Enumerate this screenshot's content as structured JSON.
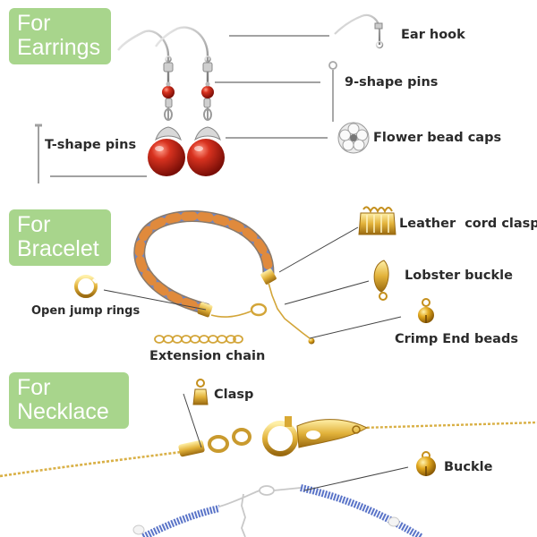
{
  "sections": {
    "earrings": {
      "title_line1": "For",
      "title_line2": "Earrings",
      "labels": {
        "ear_hook": "Ear hook",
        "nine_shape_pins": "9-shape pins",
        "flower_bead_caps": "Flower bead caps",
        "t_shape_pins": "T-shape pins"
      }
    },
    "bracelet": {
      "title_line1": "For",
      "title_line2": "Bracelet",
      "labels": {
        "leather_cord_clasp": "Leather  cord clasp",
        "lobster_buckle": "Lobster buckle",
        "open_jump_rings": "Open jump rings",
        "crimp_end_beads": "Crimp End beads",
        "extension_chain": "Extension chain"
      }
    },
    "necklace": {
      "title_line1": "For",
      "title_line2": "Necklace",
      "labels": {
        "clasp": "Clasp",
        "buckle": "Buckle"
      }
    }
  },
  "colors": {
    "badge_green": "#a8d58c",
    "gold": "#d9a934",
    "silver": "#b8b8b8",
    "red_bead": "#c0231a",
    "cord_blue": "#6f86c4",
    "cord_orange": "#e08a3c",
    "necklace_beads_blue": "#5a74c8"
  }
}
